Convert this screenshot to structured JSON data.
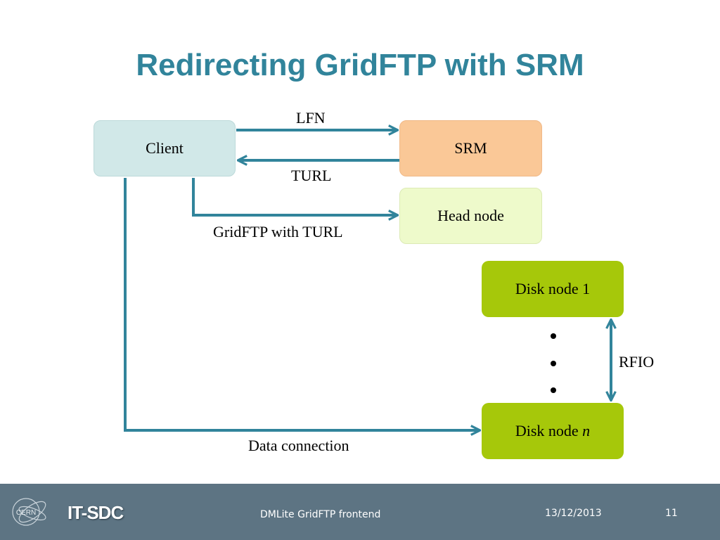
{
  "title": "Redirecting GridFTP with SRM",
  "nodes": {
    "client": "Client",
    "srm": "SRM",
    "head_node": "Head node",
    "disk_node_1": "Disk node 1",
    "disk_node_n_prefix": "Disk node ",
    "disk_node_n_suffix": "n"
  },
  "edges": {
    "lfn": "LFN",
    "turl": "TURL",
    "gridftp": "GridFTP with TURL",
    "rfio": "RFIO",
    "data_connection": "Data connection"
  },
  "colors": {
    "title": "#31849b",
    "arrow": "#31849b",
    "client_fill": "#d1e8e8",
    "srm_fill": "#fac897",
    "head_fill": "#eefacb",
    "disk_fill": "#a6c80a",
    "footer": "#5d7483"
  },
  "footer": {
    "logo_text": "CERN",
    "brand": "IT-SDC",
    "subtitle": "DMLite GridFTP frontend",
    "date": "13/12/2013",
    "page_number": "11"
  }
}
